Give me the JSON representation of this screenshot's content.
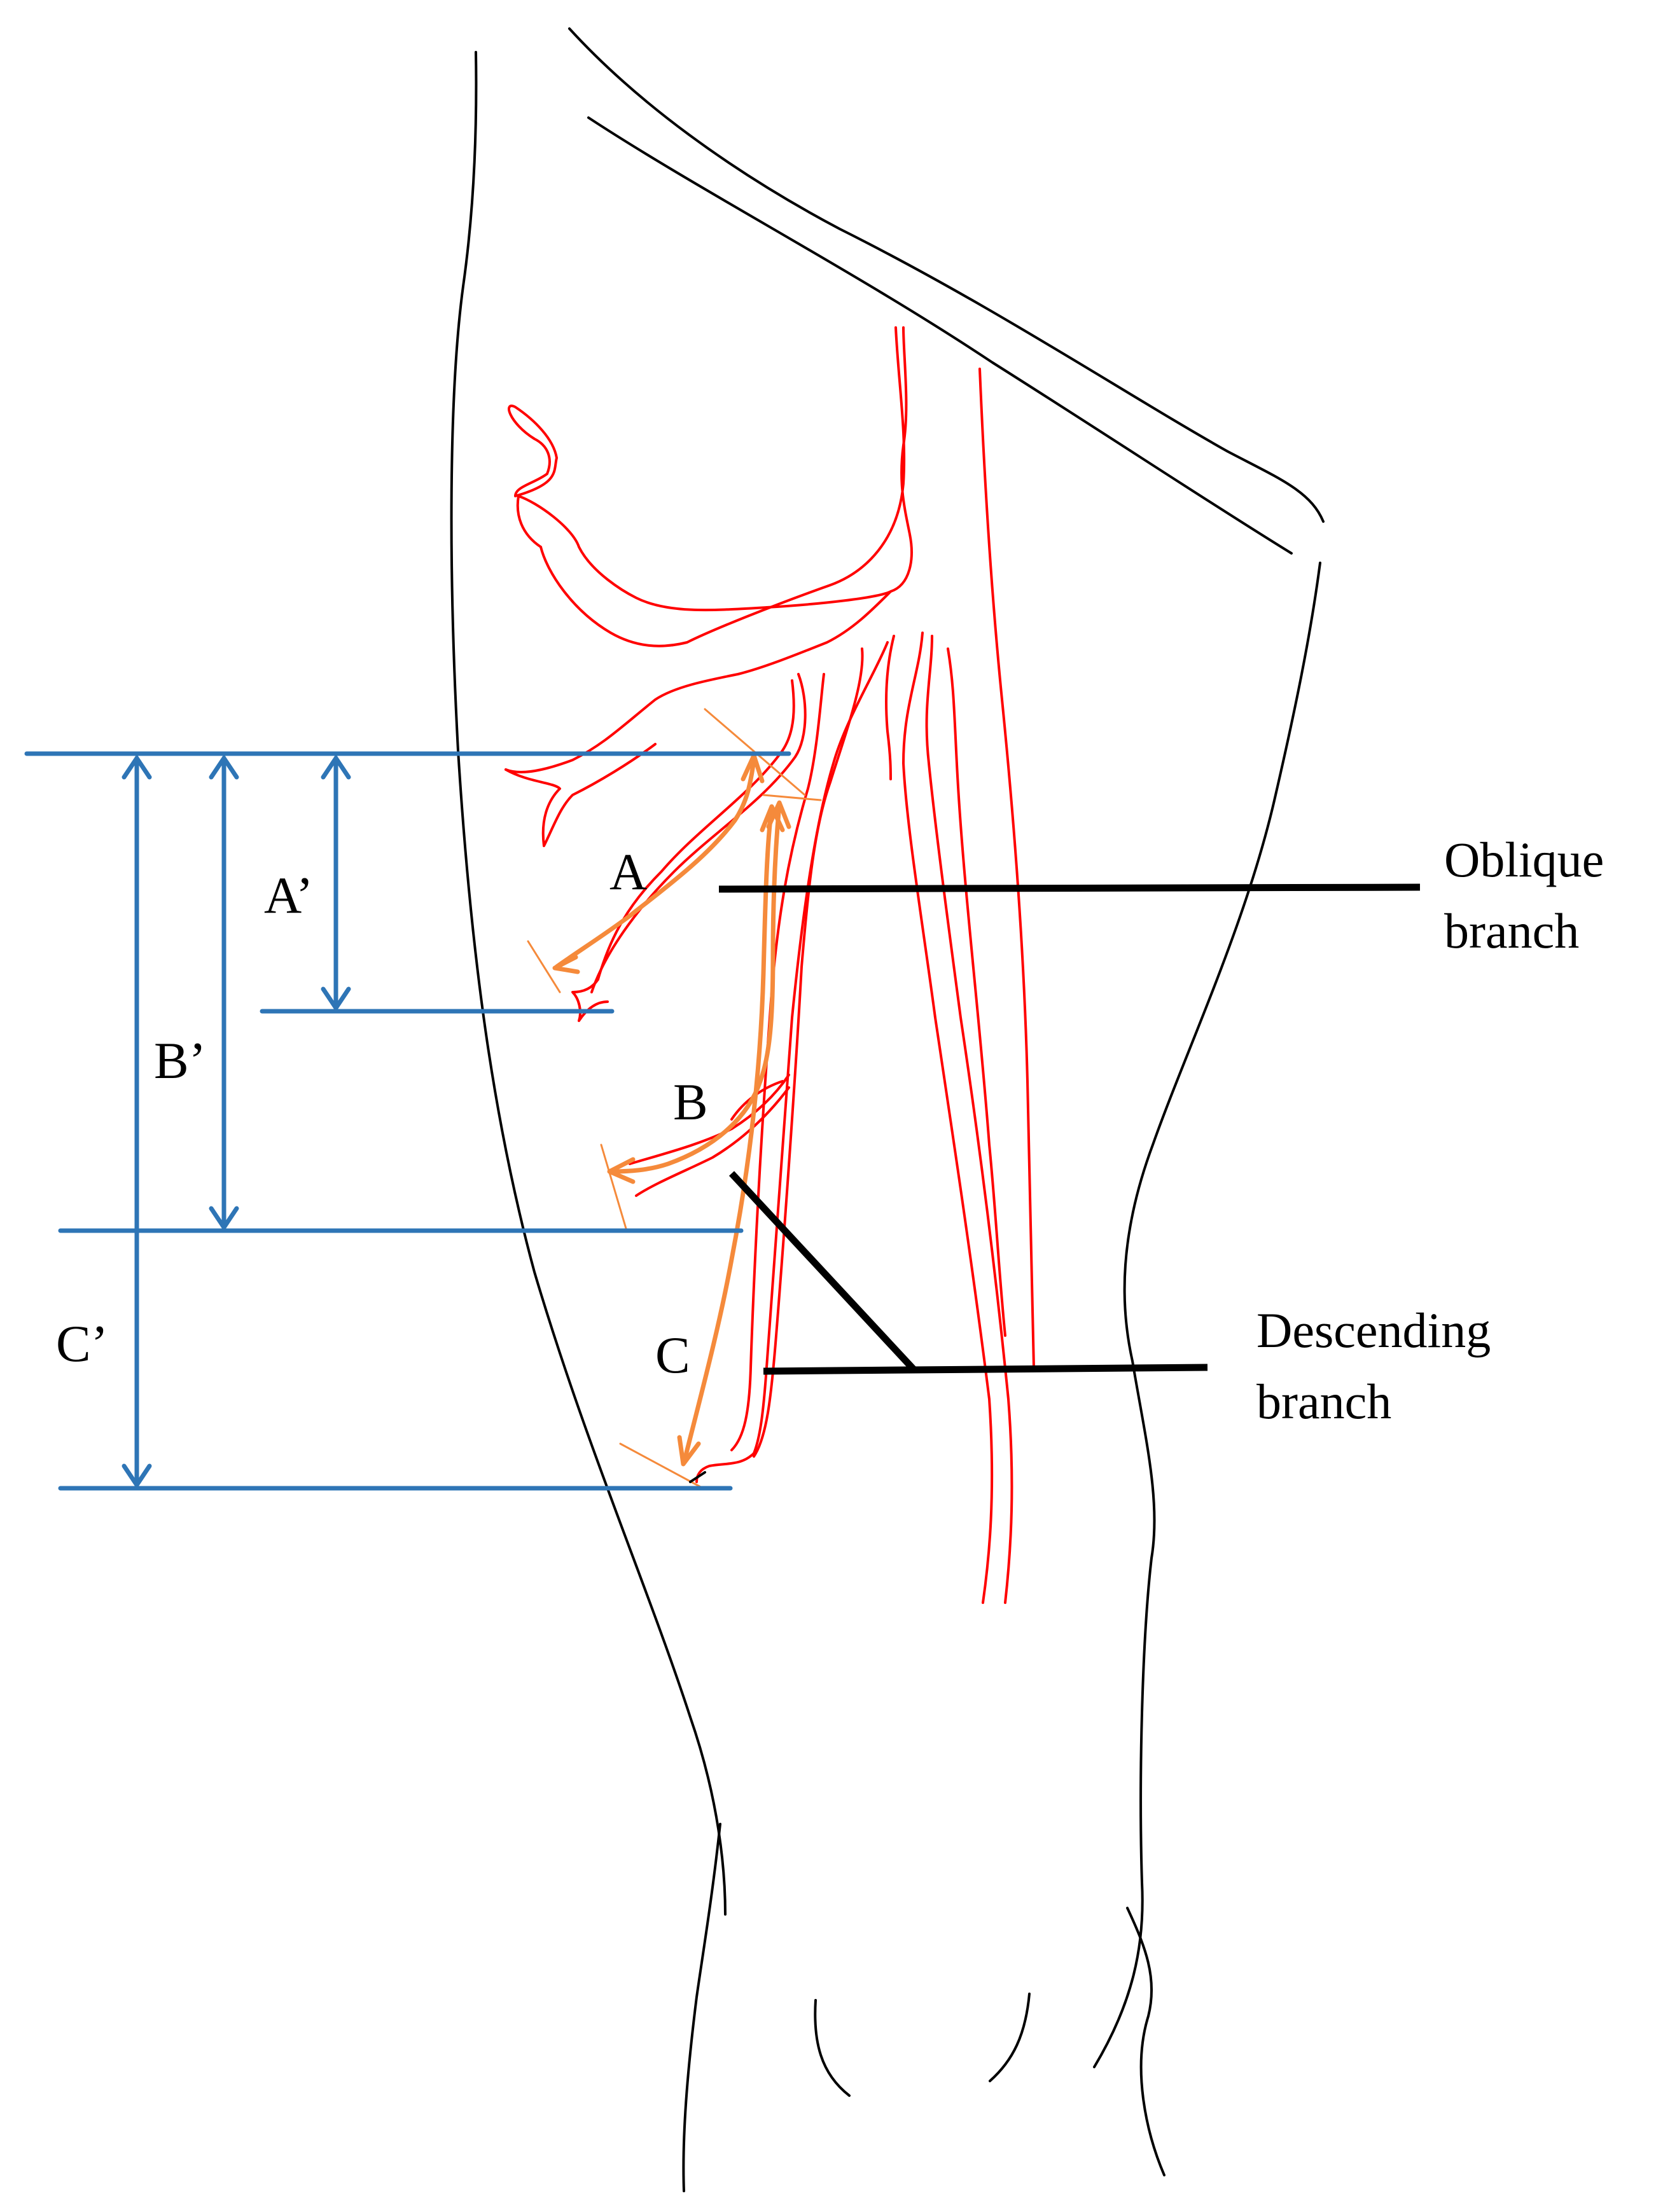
{
  "colors": {
    "outline": "#000000",
    "vessel": "#ff0000",
    "flap_arrow": "#f58a3b",
    "measure": "#2e75b6",
    "leader": "#000000"
  },
  "labels": {
    "perforator_a": "A",
    "perforator_b": "B",
    "perforator_c": "C",
    "distance_a": "A’",
    "distance_b": "B’",
    "distance_c": "C’",
    "oblique_branch_line1": "Oblique",
    "oblique_branch_line2": "branch",
    "descending_branch_line1": "Descending",
    "descending_branch_line2": "branch"
  }
}
